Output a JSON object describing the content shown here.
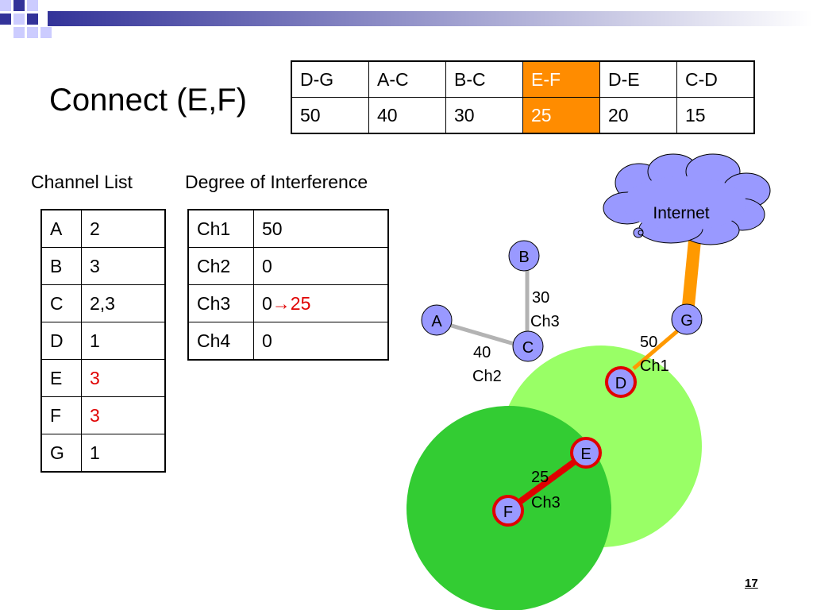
{
  "title": "Connect (E,F)",
  "edge_table": {
    "headers": [
      "D-G",
      "A-C",
      "B-C",
      "E-F",
      "D-E",
      "C-D"
    ],
    "values": [
      "50",
      "40",
      "30",
      "25",
      "20",
      "15"
    ],
    "highlight_color": "#ff8c00"
  },
  "channel_list": {
    "label": "Channel List",
    "rows": [
      {
        "node": "A",
        "channel": "2"
      },
      {
        "node": "B",
        "channel": "3"
      },
      {
        "node": "C",
        "channel": "2,3"
      },
      {
        "node": "D",
        "channel": "1"
      },
      {
        "node": "E",
        "channel": "3"
      },
      {
        "node": "F",
        "channel": "3"
      },
      {
        "node": "G",
        "channel": "1"
      }
    ]
  },
  "interference": {
    "label": "Degree of Interference",
    "rows": [
      {
        "channel": "Ch1",
        "value": "50"
      },
      {
        "channel": "Ch2",
        "value": "0"
      },
      {
        "channel": "Ch3",
        "value_old": "0",
        "arrow": "→",
        "value_new": "25"
      },
      {
        "channel": "Ch4",
        "value": "0"
      }
    ]
  },
  "graph": {
    "internet_label": "Internet",
    "nodes": {
      "A": "A",
      "B": "B",
      "C": "C",
      "D": "D",
      "E": "E",
      "F": "F",
      "G": "G"
    },
    "edges": {
      "bc": {
        "weight": "30",
        "channel": "Ch3"
      },
      "ac": {
        "weight": "40",
        "channel": "Ch2"
      },
      "dg": {
        "weight": "50",
        "channel": "Ch1"
      },
      "ef": {
        "weight": "25",
        "channel": "Ch3"
      }
    },
    "colors": {
      "node_fill": "#9999ff",
      "highlight_ring": "#e00000",
      "light_zone": "#99ff66",
      "dark_zone": "#33cc33",
      "uplink": "#ff9900",
      "gray_edge": "#b3b3b3",
      "cloud": "#9999ff"
    }
  },
  "page_number": "17"
}
